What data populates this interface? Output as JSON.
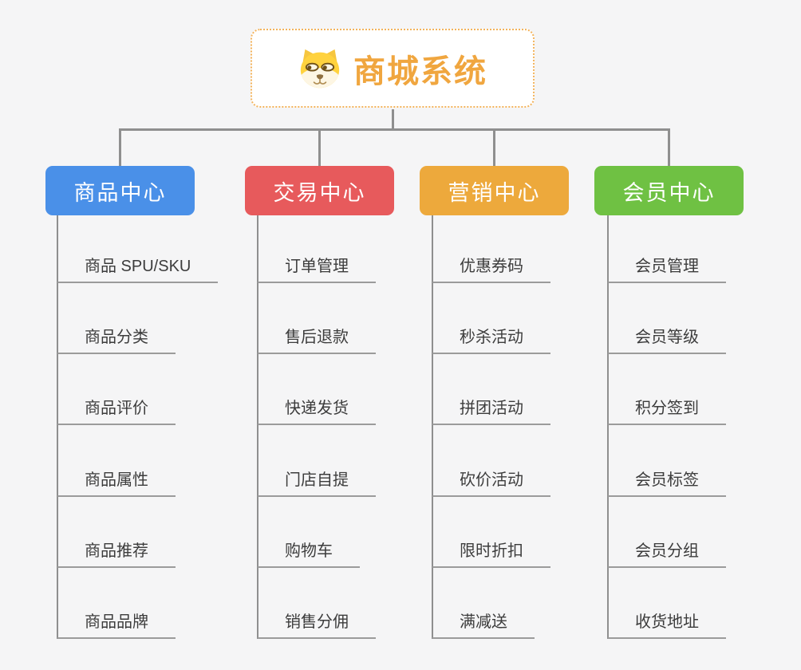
{
  "root": {
    "title": "商城系统",
    "icon": "dog-face-icon",
    "text_color": "#f0a63f",
    "border_color": "#f3b35b"
  },
  "branches": [
    {
      "name": "product-center",
      "label": "商品中心",
      "color": "#4a90e8",
      "children": [
        "商品 SPU/SKU",
        "商品分类",
        "商品评价",
        "商品属性",
        "商品推荐",
        "商品品牌"
      ]
    },
    {
      "name": "trade-center",
      "label": "交易中心",
      "color": "#e75a5c",
      "children": [
        "订单管理",
        "售后退款",
        "快递发货",
        "门店自提",
        "购物车",
        "销售分佣"
      ]
    },
    {
      "name": "marketing-center",
      "label": "营销中心",
      "color": "#eda93c",
      "children": [
        "优惠券码",
        "秒杀活动",
        "拼团活动",
        "砍价活动",
        "限时折扣",
        "满减送"
      ]
    },
    {
      "name": "member-center",
      "label": "会员中心",
      "color": "#6fc143",
      "children": [
        "会员管理",
        "会员等级",
        "积分签到",
        "会员标签",
        "会员分组",
        "收货地址"
      ]
    }
  ],
  "style": {
    "connector_color": "#8f8f8f",
    "underline_color": "#9b9b9b",
    "child_text_color": "#3c3c3c",
    "background": "#f5f5f6"
  }
}
